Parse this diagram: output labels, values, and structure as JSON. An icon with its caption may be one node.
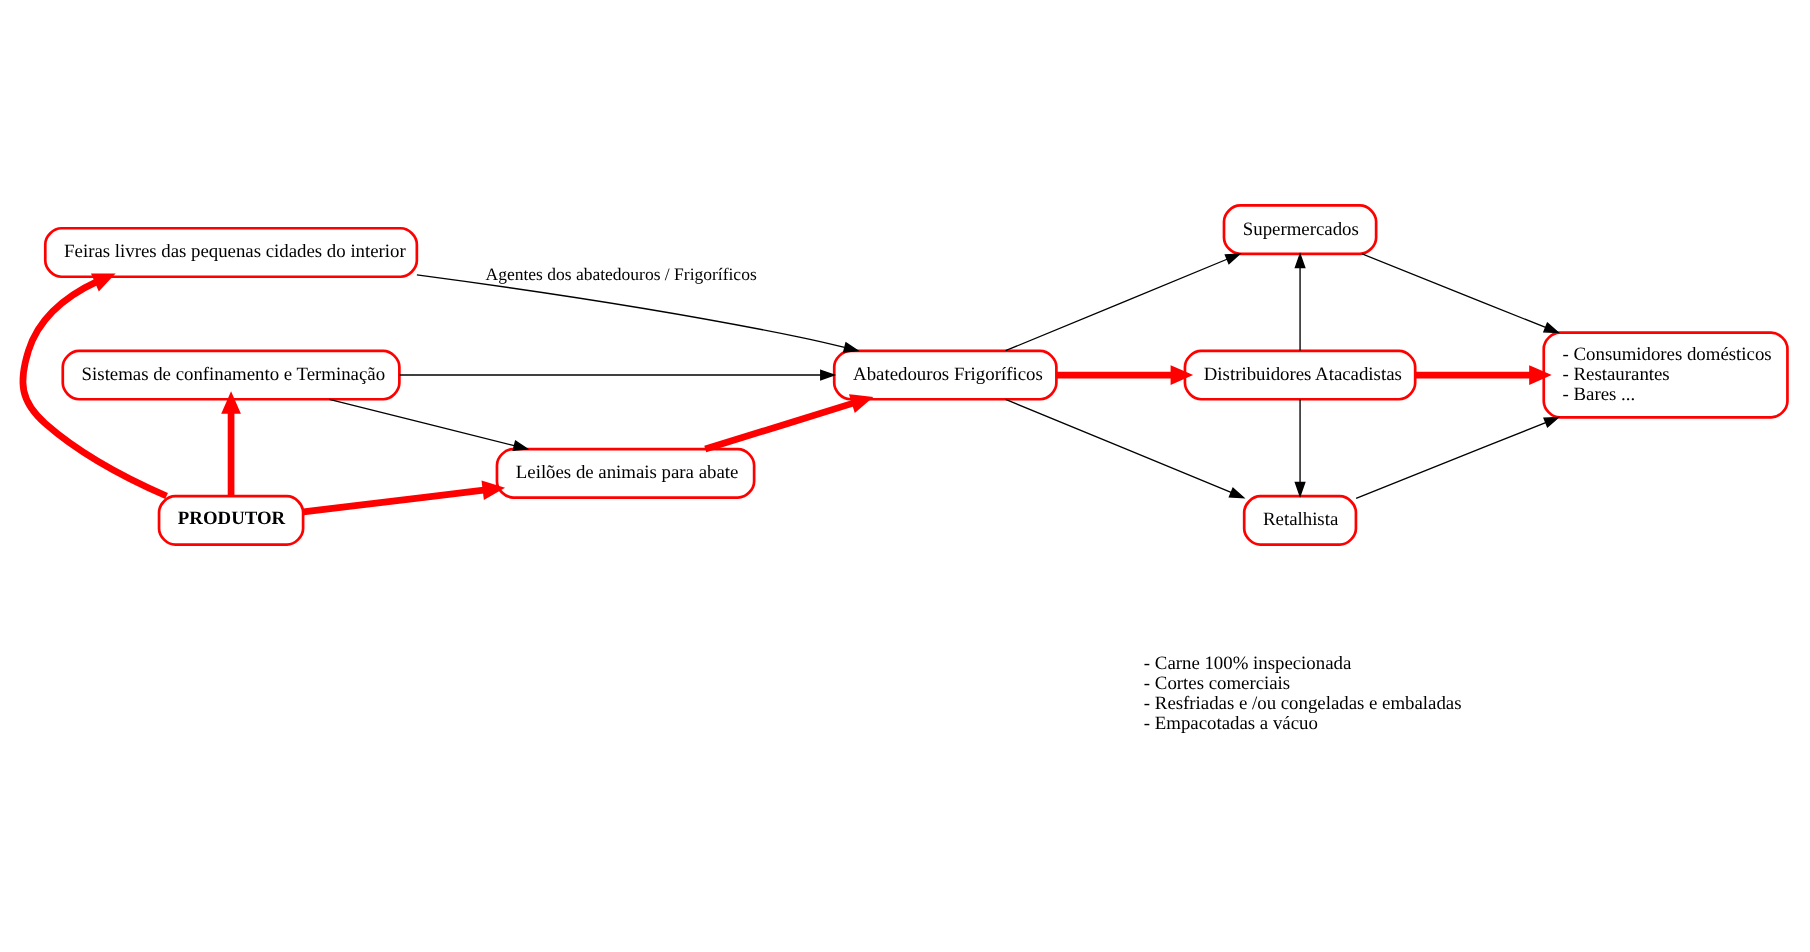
{
  "diagram": {
    "nodes": [
      {
        "text": [
          "Feiras livres das pequenas cidades do interior"
        ]
      },
      {
        "text": [
          "PRODUTOR"
        ]
      },
      {
        "text": [
          "Sistemas de confinamento e Terminação"
        ]
      },
      {
        "text": [
          "Leilões de animais para abate"
        ]
      },
      {
        "text": [
          "Abatedouros Frigoríficos"
        ]
      },
      {
        "text": [
          "Supermercados"
        ]
      },
      {
        "text": [
          "Distribuidores Atacadistas"
        ]
      },
      {
        "text": [
          "Retalhista"
        ],
        "beside": [
          "- Carne 100% inspecionada",
          "- Cortes comerciais",
          "- Resfriadas e /ou congeladas e embaladas",
          "- Empacotadas a vácuo"
        ]
      },
      {
        "text": [
          "- Consumidores domésticos",
          "- Restaurantes",
          "- Bares ..."
        ]
      }
    ],
    "edges": [
      {
        "from": 1,
        "to": 0,
        "arrow": "to",
        "style": "thick",
        "color": "#ff0000"
      },
      {
        "from": 1,
        "to": 2,
        "arrow": "to",
        "style": "thick",
        "color": "#ff0000"
      },
      {
        "from": 1,
        "to": 3,
        "arrow": "to",
        "style": "thick",
        "color": "#ff0000"
      },
      {
        "from": 0,
        "to": 4,
        "arrow": "to",
        "label": "Agentes dos abatedouros / Frigoríficos"
      },
      {
        "from": 2,
        "to": 3,
        "arrow": "to"
      },
      {
        "from": 2,
        "to": 4,
        "arrow": "to"
      },
      {
        "from": 3,
        "to": 4,
        "arrow": "to",
        "style": "thick",
        "color": "#ff0000"
      },
      {
        "from": 4,
        "to": 5,
        "arrow": "to"
      },
      {
        "from": 4,
        "to": 6,
        "arrow": "to",
        "style": "thick",
        "color": "#ff0000"
      },
      {
        "from": 4,
        "to": 7,
        "arrow": "to"
      },
      {
        "from": 6,
        "to": 5,
        "arrow": "to"
      },
      {
        "from": 6,
        "to": 7,
        "arrow": "to"
      },
      {
        "from": 6,
        "to": 8,
        "arrow": "to",
        "style": "thick",
        "color": "#ff0000"
      },
      {
        "from": 5,
        "to": 8,
        "arrow": "to"
      },
      {
        "from": 7,
        "to": 8,
        "arrow": "to"
      }
    ]
  }
}
